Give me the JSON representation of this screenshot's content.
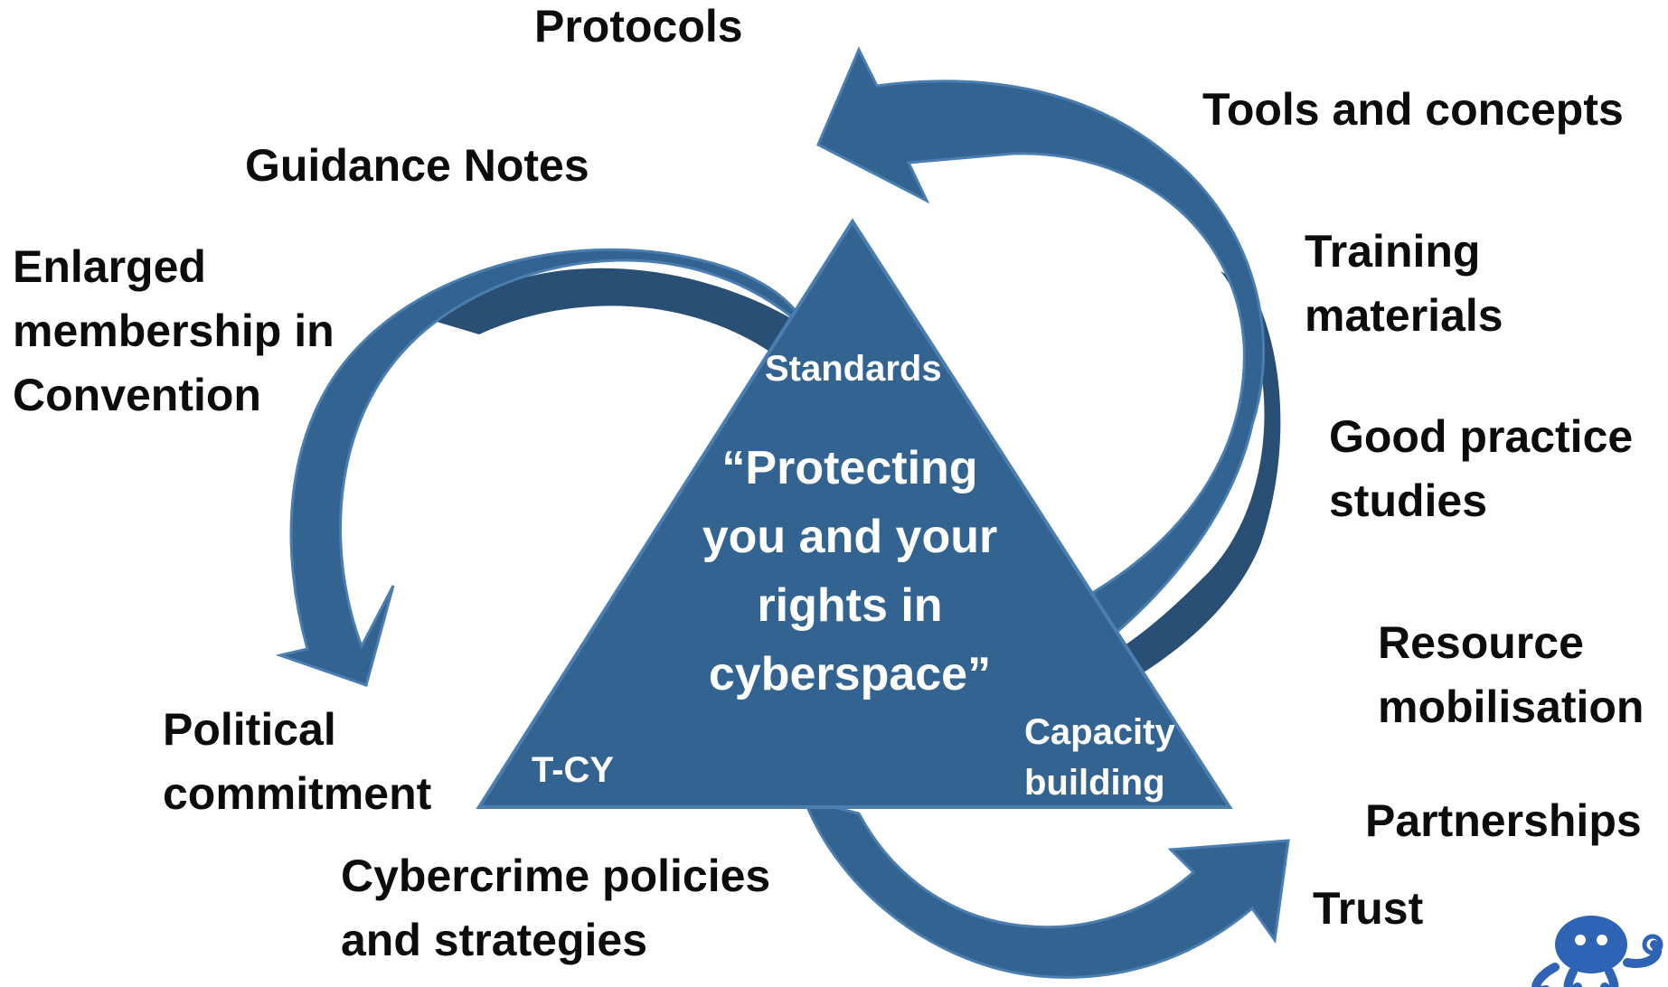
{
  "diagram": {
    "center_quote": [
      "“Protecting",
      "you and your",
      "rights in",
      "cyberspace”"
    ],
    "triangle_labels": {
      "top": "Standards",
      "bottom_left": "T-CY",
      "bottom_right": [
        "Capacity",
        "building"
      ]
    },
    "outer_labels": {
      "protocols": "Protocols",
      "guidance_notes": "Guidance Notes",
      "enlarged_membership": [
        "Enlarged",
        "membership in",
        "Convention"
      ],
      "political_commitment": [
        "Political",
        "commitment"
      ],
      "cybercrime_policies": [
        "Cybercrime policies",
        "and strategies"
      ],
      "tools_and_concepts": "Tools and concepts",
      "training_materials": [
        "Training",
        "materials"
      ],
      "good_practice": [
        "Good practice",
        "studies"
      ],
      "resource_mobilisation": [
        "Resource",
        "mobilisation"
      ],
      "partnerships": "Partnerships",
      "trust": "Trust"
    },
    "colors": {
      "triangle": "#336491",
      "arrow": "#336491",
      "arrow_dark": "#294f74",
      "outline": "#4a7eb0",
      "label_text": "#0c0c0c",
      "triangle_text": "#ffffff",
      "logo": "#2f63b6"
    },
    "logo_icon": "octopus-logo-icon"
  }
}
